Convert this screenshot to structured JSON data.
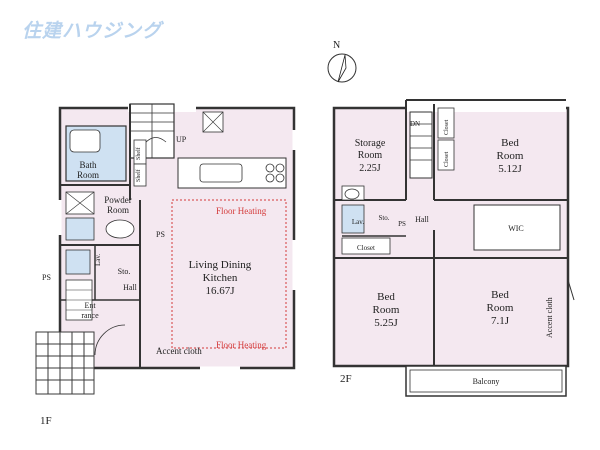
{
  "brand": {
    "logo_text": "住建ハウジング",
    "logo_color": "#b9d3ee"
  },
  "compass": {
    "label": "N"
  },
  "colors": {
    "room_fill": "#f4e8f0",
    "wall": "#333333",
    "water_fill": "#cfe1f2",
    "floor_heating_line": "#d43a3a",
    "tile": "#3a3a3a"
  },
  "floor1": {
    "floor_label": "1F",
    "rooms": {
      "bath": [
        "Bath",
        "Room"
      ],
      "powder": [
        "Powder",
        "Room"
      ],
      "ldk": [
        "Living Dining",
        "Kitchen",
        "16.67J"
      ],
      "entrance": [
        "Ent",
        "rance"
      ]
    },
    "labels": {
      "up": "UP",
      "shelf_1": "Shelf",
      "shelf_2": "Shelf",
      "lav": "Lav.",
      "sto": "Sto.",
      "hall": "Hall",
      "ps_1": "PS",
      "ps_2": "PS",
      "floor_heating_top": "Floor Heating",
      "floor_heating_bottom": "Floor Heating",
      "accent_cloth": "Accent cloth"
    }
  },
  "floor2": {
    "floor_label": "2F",
    "rooms": {
      "storage": [
        "Storage",
        "Room",
        "2.25J"
      ],
      "bed_ne": [
        "Bed",
        "Room",
        "5.12J"
      ],
      "bed_sw": [
        "Bed",
        "Room",
        "5.25J"
      ],
      "bed_se": [
        "Bed",
        "Room",
        "7.1J"
      ]
    },
    "labels": {
      "closet_1": "Closet",
      "closet_2": "Closet",
      "closet_3": "Closet",
      "dn": "DN",
      "lav": "Lav.",
      "sto": "Sto.",
      "ps": "PS",
      "hall": "Hall",
      "wic": "WIC",
      "accent_cloth": "Accent cloth",
      "balcony": "Balcony"
    }
  }
}
